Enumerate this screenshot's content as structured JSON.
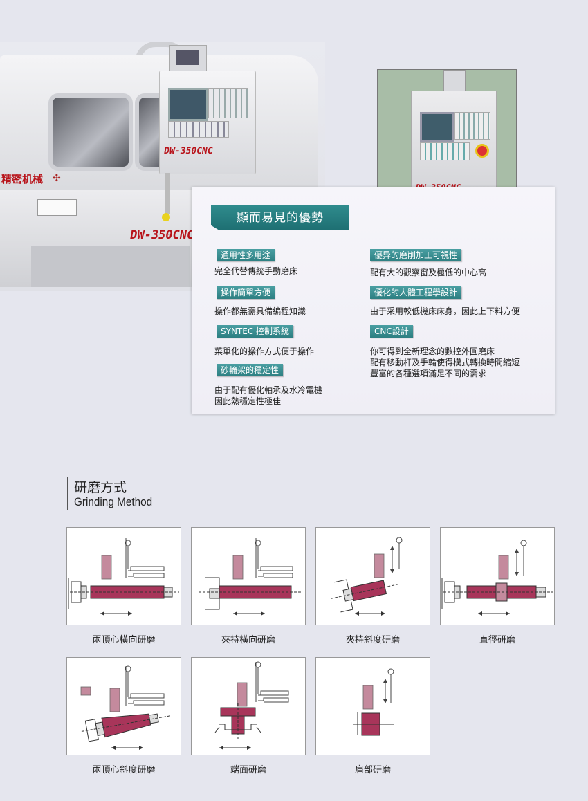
{
  "machine_photo": {
    "brand_text": "精密机械",
    "model_text": "DW-350CNC",
    "panel_model_text": "DW-350CNC"
  },
  "cabinet_photo": {
    "model_text": "DW-350CNC"
  },
  "advantages": {
    "title": "顯而易見的優勢",
    "left": [
      {
        "label": "通用性多用途",
        "text": "完全代替傳統手動磨床"
      },
      {
        "label": "操作簡單方便",
        "text": "操作都無需具備編程知識"
      },
      {
        "label": "SYNTEC 控制系統",
        "text": "菜單化的操作方式便于操作"
      },
      {
        "label": "砂輪架的穩定性",
        "text": "由于配有優化軸承及水冷電機\n因此熱穩定性極佳"
      }
    ],
    "right": [
      {
        "label": "優异的磨削加工可視性",
        "text": "配有大的觀察窗及極低的中心高"
      },
      {
        "label": "優化的人體工程學設計",
        "text": "由于采用較低機床床身，因此上下料方便"
      },
      {
        "label": "CNC設計",
        "text": "你可得到全新理念的數控外圓磨床\n配有移動杆及手輪使得模式轉換時間縮短\n豐富的各種選項滿足不同的需求"
      }
    ]
  },
  "grinding": {
    "title_zh": "研磨方式",
    "title_en": "Grinding Method",
    "methods": [
      {
        "caption": "兩頂心橫向研磨",
        "icon": "between-centers-traverse-icon"
      },
      {
        "caption": "夾持橫向研磨",
        "icon": "chuck-traverse-icon"
      },
      {
        "caption": "夾持斜度研磨",
        "icon": "chuck-taper-icon"
      },
      {
        "caption": "直徑研磨",
        "icon": "diameter-grinding-icon"
      },
      {
        "caption": "兩頂心斜度研磨",
        "icon": "between-centers-taper-icon"
      },
      {
        "caption": "端面研磨",
        "icon": "face-grinding-icon"
      },
      {
        "caption": "肩部研磨",
        "icon": "shoulder-grinding-icon"
      }
    ]
  },
  "colors": {
    "accent_teal": "#2d7f82",
    "work_piece": "#a8355a",
    "brand_red": "#b8141b",
    "background": "#e5e6ee"
  }
}
